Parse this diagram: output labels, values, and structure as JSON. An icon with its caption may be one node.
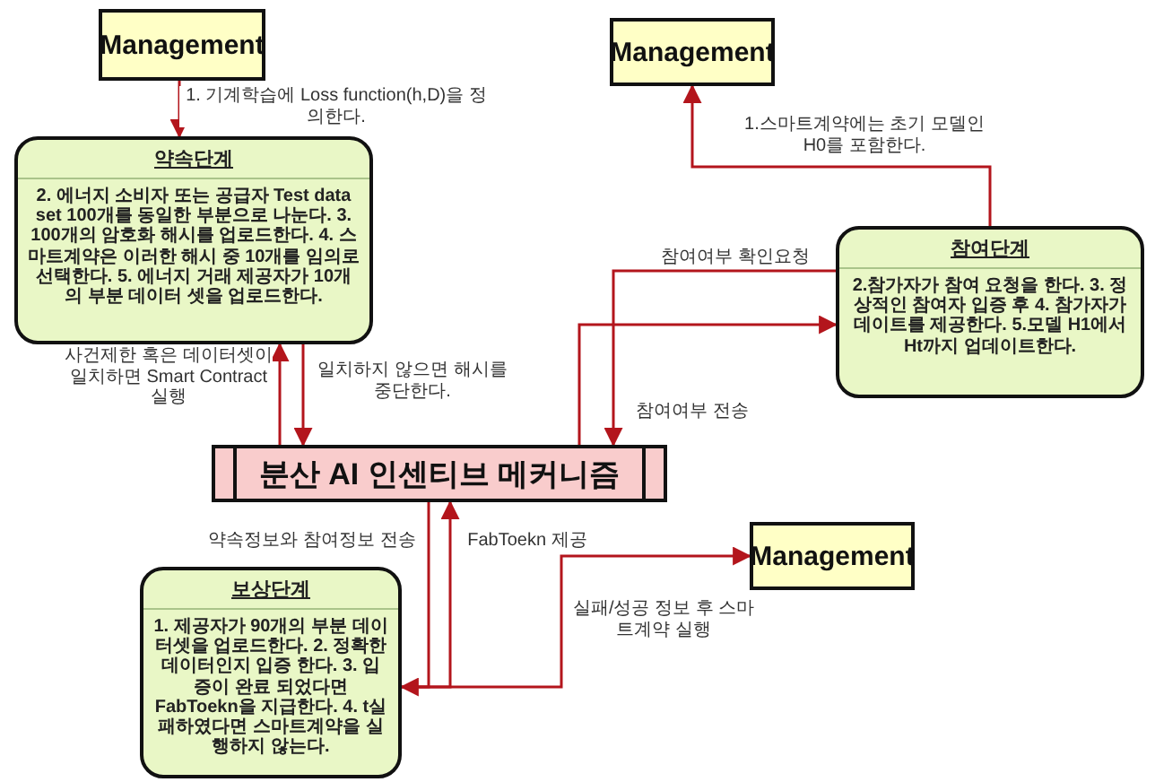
{
  "diagram": {
    "nodes": [
      {
        "text": [
          "Management"
        ]
      },
      {
        "text": [
          "약속단계",
          "2. 에너지 소비자 또는 공급자 Test data set 100개를 동일한 부분으로 나눈다. 3. 100개의 암호화 해시를 업로드한다. 4. 스마트계약은 이러한 해시 중 10개를 임의로 선택한다. 5. 에너지 거래 제공자가 10개의 부분 데이터 셋을 업로드한다."
        ]
      },
      {
        "text": [
          "Management"
        ]
      },
      {
        "text": [
          "참여단계",
          "2.참가자가 참여 요청을 한다. 3. 정상적인 참여자 입증 후 4. 참가자가 데이트를 제공한다. 5.모델 H1에서 Ht까지 업데이트한다."
        ]
      },
      {
        "text": [
          "분산 AI 인센티브 메커니즘"
        ]
      },
      {
        "text": [
          "Management"
        ]
      },
      {
        "text": [
          "보상단계",
          "1. 제공자가 90개의 부분 데이터셋을 업로드한다. 2. 정확한 데이터인지 입증 한다. 3. 입증이 완료 되었다면 FabToekn을 지급한다. 4. t실패하였다면 스마트계약을 실행하지 않는다."
        ]
      }
    ],
    "edges": [
      {
        "from": 0,
        "to": 1,
        "arrow": "to",
        "label": "1. 기계학습에 Loss function(h,D)을 정의한다."
      },
      {
        "from": 3,
        "to": 2,
        "arrow": "to",
        "label": "1.스마트계약에는 초기 모델인 H0를 포함한다."
      },
      {
        "from": 4,
        "to": 1,
        "arrow": "to",
        "label": "사건제한 혹은 데이터셋이 일치하면 Smart Contract실행"
      },
      {
        "from": 1,
        "to": 4,
        "arrow": "to",
        "label": "일치하지 않으면 해시를 중단한다."
      },
      {
        "from": 3,
        "to": 4,
        "arrow": "to",
        "label": "참여여부 확인요청"
      },
      {
        "from": 4,
        "to": 3,
        "arrow": "to",
        "label": "참여여부 전송"
      },
      {
        "from": 4,
        "to": 6,
        "arrow": "to",
        "label": "약속정보와 참여정보 전송"
      },
      {
        "from": 6,
        "to": 4,
        "arrow": "to",
        "label": "FabToekn 제공"
      },
      {
        "from": 6,
        "to": 5,
        "arrow": "to",
        "label": "실패/성공 정보 후 스마트계약 실행"
      }
    ]
  }
}
